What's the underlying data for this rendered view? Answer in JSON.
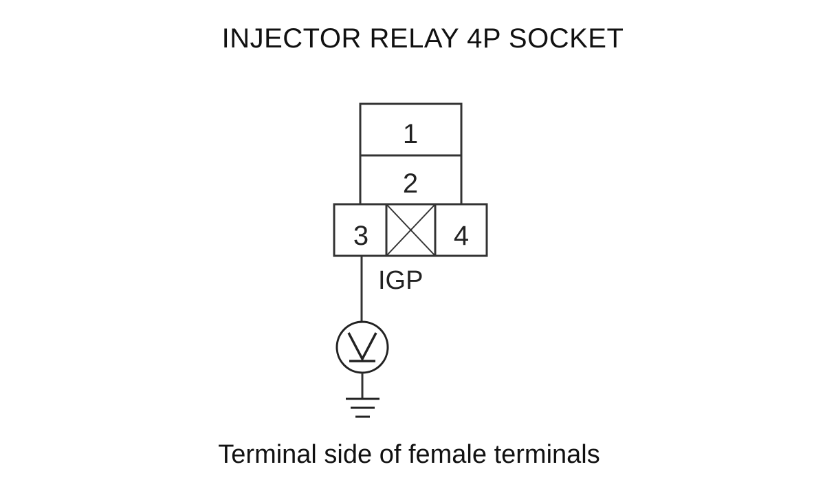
{
  "title": "INJECTOR RELAY 4P SOCKET",
  "caption": "Terminal side of female terminals",
  "connector": {
    "terminals": [
      {
        "label": "1"
      },
      {
        "label": "2"
      },
      {
        "label": "3"
      },
      {
        "label": "4"
      }
    ],
    "blank_cavity": "crossed"
  },
  "wire": {
    "from_terminal": "3",
    "signal_label": "IGP"
  },
  "meter": {
    "symbol": "V",
    "icon": "voltmeter-icon"
  },
  "ground": {
    "icon": "ground-icon"
  },
  "colors": {
    "line": "#333333",
    "text": "#111111",
    "background": "#ffffff"
  }
}
